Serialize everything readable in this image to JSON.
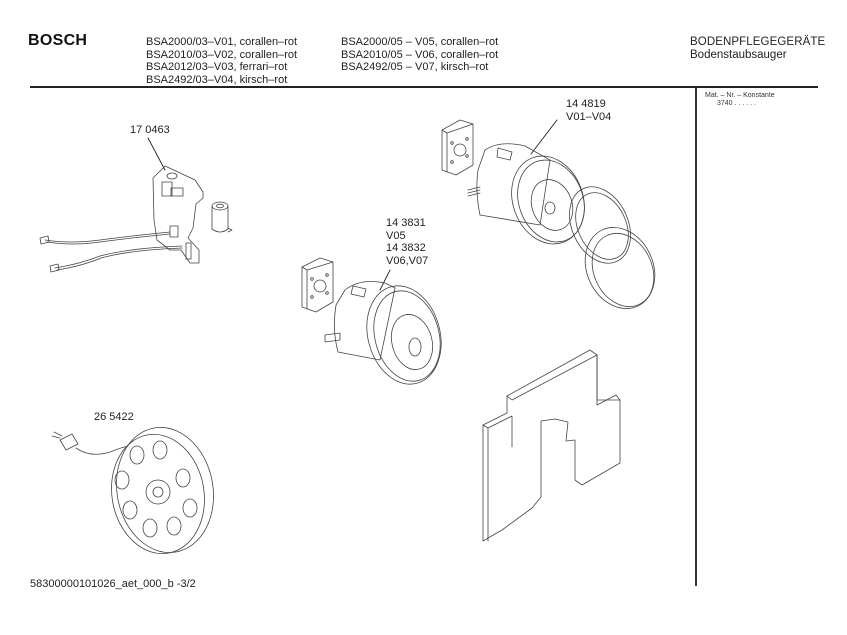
{
  "header": {
    "brand": "BOSCH",
    "models_left": [
      "BSA2000/03–V01, corallen–rot",
      "BSA2010/03–V02, corallen–rot",
      "BSA2012/03–V03, ferrari–rot",
      "BSA2492/03–V04,  kirsch–rot"
    ],
    "models_right": [
      "BSA2000/05 – V05,  corallen–rot",
      "BSA2010/05 – V06,  corallen–rot",
      "BSA2492/05 – V07,  kirsch–rot"
    ],
    "category": "BODENPFLEGEGERÄTE",
    "subcategory": "Bodenstaubsauger"
  },
  "side_panel": {
    "mat_label": "Mat. – Nr. – Konstante",
    "mat_value": "3740",
    "mat_dots": ". . . . . ."
  },
  "parts": [
    {
      "id": "switch-board",
      "lines": [
        "17 0463"
      ]
    },
    {
      "id": "motor-v01-v04",
      "lines": [
        "14 4819",
        "V01–V04"
      ]
    },
    {
      "id": "motor-v05-v07",
      "lines": [
        "14 3831",
        "V05",
        "14 3832",
        "V06,V07"
      ]
    },
    {
      "id": "cable-reel",
      "lines": [
        "26 5422"
      ]
    },
    {
      "id": "foam-filter",
      "lines": []
    }
  ],
  "footer": {
    "document_id": "58300000101026_aet_000_b -3/2"
  },
  "colors": {
    "ink": "#222222",
    "paper": "#ffffff",
    "line_art": "#444444"
  }
}
